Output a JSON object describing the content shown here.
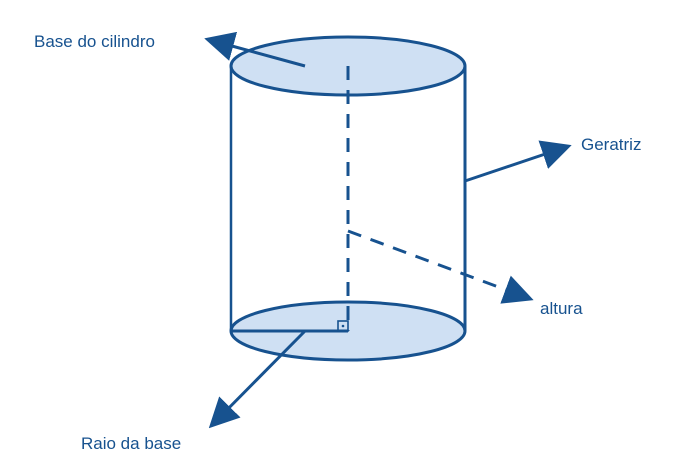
{
  "labels": {
    "base": "Base do cilindro",
    "geratriz": "Geratriz",
    "altura": "altura",
    "raio": "Raio da base"
  },
  "colors": {
    "stroke": "#17528f",
    "fill": "#cfe0f3",
    "text": "#17528f"
  }
}
